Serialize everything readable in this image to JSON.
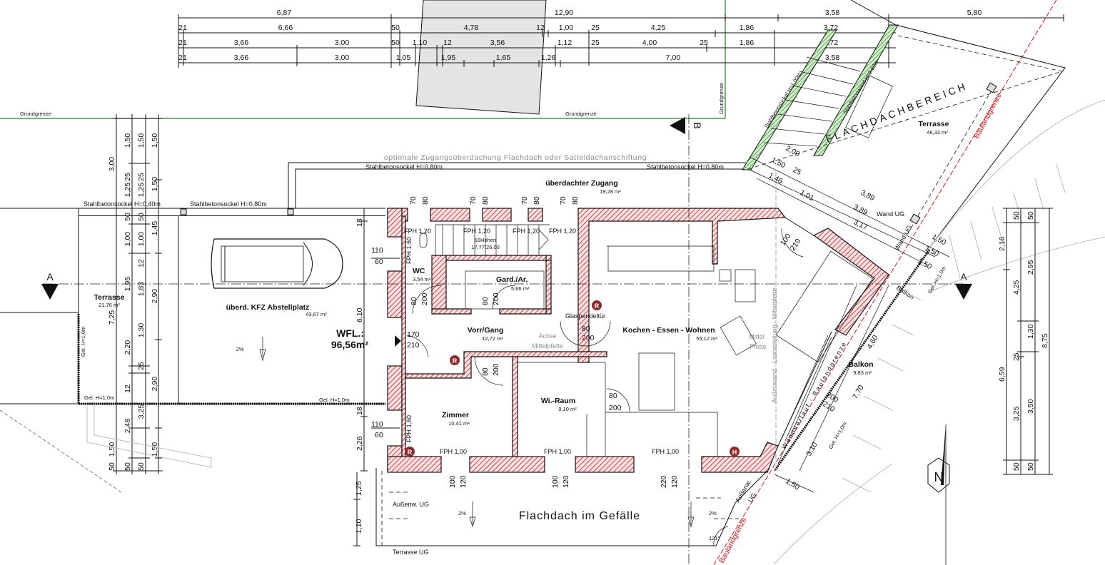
{
  "boundary": {
    "grundgrenze": "Grundgrenze",
    "baulandgrenze": "Baulandgrenze",
    "wandverlauf": "Wandverlauf - Baulandgrenze",
    "color_grund": "#1a8a1a",
    "color_bauland": "#e01010"
  },
  "dims_top": {
    "row1": [
      "6,87",
      "12,90",
      "3,58",
      "5,80"
    ],
    "row2": [
      "21",
      "6,66",
      "50",
      "4,78",
      "12",
      "1,00",
      "25",
      "4,25",
      "1,86",
      "3,72"
    ],
    "row3": [
      "21",
      "3,66",
      "3,00",
      "50",
      "1,10",
      "12",
      "3,56",
      "1,12",
      "25",
      "4,00",
      "25",
      "1,86",
      "3,72"
    ],
    "row4": [
      "21",
      "3,66",
      "3,00",
      "1,05",
      "1,95",
      "1,65",
      "1,26",
      "7,00",
      "3,58"
    ]
  },
  "dims_left": {
    "col1": [
      "3,00",
      "7,25",
      "1,50",
      "50"
    ],
    "col2": [
      "1,50",
      "1,25",
      "25",
      "50",
      "1,00",
      "1,95",
      "2,20",
      "12",
      "2,48",
      "50"
    ],
    "col3": [
      "1,50",
      "1,25",
      "25",
      "50",
      "1,00",
      "12",
      "1,83",
      "1,30",
      "25",
      "3,25",
      "50"
    ],
    "col4": [
      "1,50",
      "1,50",
      "1,45",
      "2,90",
      "2,90",
      "1,50"
    ]
  },
  "dims_building": [
    "18",
    "110",
    "60",
    "6,10",
    "18",
    "110",
    "60",
    "2,26",
    "1,25",
    "1,10"
  ],
  "dims_right": {
    "col1": [
      "2,16",
      "6,59"
    ],
    "col2": [
      "50",
      "4,25",
      "25",
      "3,25",
      "50"
    ],
    "col3": [
      "50",
      "2,95",
      "1,30",
      "3,50",
      "50"
    ],
    "col4": [
      "8,75"
    ]
  },
  "dims_diagonal": [
    "2,00",
    "1,50",
    "25",
    "1,46",
    "1,01",
    "3,89",
    "3,89",
    "3,17",
    "1,50",
    "1,50",
    "1,50",
    "4,60",
    "7,70",
    "3,10",
    "1,50",
    "200",
    "210",
    "100",
    "210"
  ],
  "window_dims_top": [
    "70",
    "80",
    "70",
    "80",
    "70",
    "80",
    "70",
    "80"
  ],
  "window_dims_bottom": [
    "100",
    "120",
    "100",
    "120",
    "220",
    "120"
  ],
  "door_dims": [
    "80",
    "200",
    "80",
    "200",
    "80",
    "200",
    "170",
    "210",
    "80",
    "200",
    "80",
    "200"
  ],
  "fph": {
    "f120": "FPH 1,20",
    "f100": "FPH 1,00",
    "f160": "FPH 1,60"
  },
  "stairs": {
    "steps": "18Höhen",
    "ratio": "17,77/26,00"
  },
  "rooms": [
    {
      "name": "überdachter Zugang",
      "area": "19,28 m²"
    },
    {
      "name": "WC",
      "area": "3,54 m²"
    },
    {
      "name": "Gard./Ar.",
      "area": "5,66 m²"
    },
    {
      "name": "Vorr/Gang",
      "area": "12,72 m²"
    },
    {
      "name": "Kochen - Essen - Wohnen",
      "area": "55,12 m²"
    },
    {
      "name": "Zimmer",
      "area": "10,41 m²"
    },
    {
      "name": "Wi.-Raum",
      "area": "9,10 m²"
    },
    {
      "name": "Terrasse",
      "area": "21,76 m²"
    },
    {
      "name": "überd. KFZ Abstellplatz",
      "area": "43,67 m²"
    },
    {
      "name": "Terrasse",
      "area": "46,33 m²"
    },
    {
      "name": "Balkon",
      "area": "9,83 m²"
    }
  ],
  "wfl": {
    "label": "WFL.:",
    "value": "96,56m²"
  },
  "notes": {
    "optional_roof": "optionale Zugangsüberdachung Flachdach oder Satteldachanschiftung",
    "sockel_080": "Stahlbetonsockel H=0,80m",
    "sockel_040": "Stahlbetonsockel H=0,40m",
    "sockel_100": "Stahlbetonsockel H=1,00m",
    "wand_260": "Stahlbetonwand H=2,60m",
    "gel": "Gel. H=1,0m",
    "achse": "Achse",
    "mittelpfette": "Mittelpfette",
    "mittel": "Mittel",
    "pfette": "Pfette",
    "glaspendeltuer": "Glaspendeltür",
    "lastableitung": "Außenwand - Lastableitung - Mittelpfette",
    "wand_ug": "Wand UG",
    "balkon_small": "Balkon",
    "aussenw_ug": "Außenw. UG",
    "aussenw": "Außenw.",
    "ug": "UG",
    "terrasse_ug": "Terrasse UG",
    "flachdach": "Flachdach im Gefälle",
    "flachdachbereich": "FLACHDACHBEREICH",
    "slope": "2%",
    "angle": "121°"
  },
  "markers": {
    "section_a": "A",
    "section_b": "B",
    "radiator": "R",
    "heater": "H",
    "north": "N"
  },
  "colors": {
    "wall_hatch": "#e8323a",
    "wall_bg": "#fde6e6",
    "green_hatch": "#3fa83f",
    "neighbor_fill": "#e4e4e4"
  }
}
